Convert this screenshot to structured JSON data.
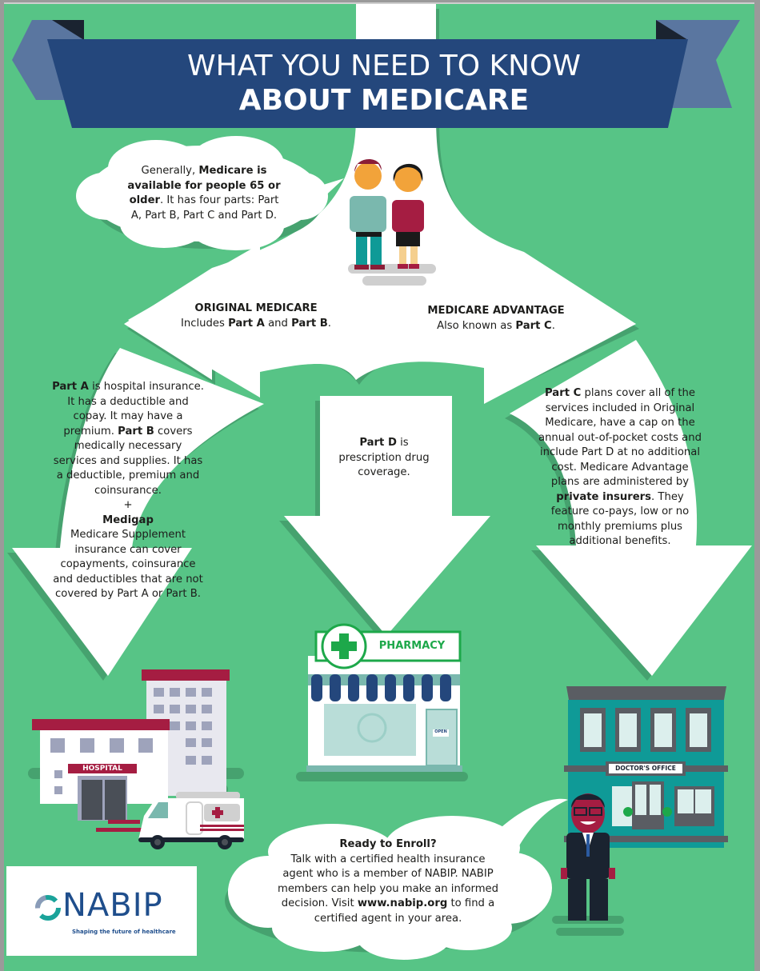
{
  "banner": {
    "line1": "WHAT YOU NEED TO KNOW",
    "line2": "ABOUT MEDICARE"
  },
  "intro_bubble": {
    "prefix": "Generally, ",
    "bold": "Medicare is available for people 65 or older",
    "suffix": ". It has four parts: Part A, Part B, Part C and Part D."
  },
  "original_medicare": {
    "title": "ORIGINAL MEDICARE",
    "sub_prefix": "Includes ",
    "sub_bold1": "Part A",
    "sub_mid": " and ",
    "sub_bold2": "Part B",
    "sub_suffix": "."
  },
  "medicare_advantage": {
    "title": "MEDICARE ADVANTAGE",
    "sub_prefix": "Also known as ",
    "sub_bold": "Part C",
    "sub_suffix": "."
  },
  "part_ab_arrow": {
    "a_bold": "Part A",
    "a_text": " is hospital insurance. It has a deductible and copay. It may have a premium.",
    "b_bold": "Part B",
    "b_text": " covers medically necessary services and supplies. It has a deductible, premium and coinsurance.",
    "plus": "+",
    "medigap_title": "Medigap",
    "medigap_text": "Medicare Supplement insurance can cover copayments, coinsurance and deductibles that are not covered by Part A or Part B."
  },
  "part_d_arrow": {
    "bold": "Part D",
    "text": " is prescription drug coverage."
  },
  "part_c_arrow": {
    "bold": "Part C",
    "text1": " plans cover all of the services included in Original Medicare, have a cap on the annual out-of-pocket costs and include Part D at no additional cost. Medicare Advantage plans are administered by ",
    "bold2": "private insurers",
    "text2": ". They feature co-pays, low or no monthly premiums plus additional benefits."
  },
  "buildings": {
    "hospital_sign": "HOSPITAL",
    "pharmacy_sign": "PHARMACY",
    "pharmacy_open_sign": "OPEN",
    "doctor_sign": "DOCTOR'S OFFICE"
  },
  "enroll_bubble": {
    "title": "Ready to Enroll?",
    "text1": "Talk with a certified health insurance agent who is a member of NABIP. NABIP members can help you make an informed decision. Visit ",
    "link": "www.nabip.org",
    "text2": " to find a certified agent in your area."
  },
  "logo": {
    "name": "NABIP",
    "tagline": "Shaping the future of healthcare"
  },
  "colors": {
    "background_green": "#57c486",
    "shadow_green": "#46a26f",
    "banner_blue": "#24477c",
    "banner_tail_blue": "#5a76a0",
    "accent_red": "#a51d42",
    "pharmacy_green": "#1da84a",
    "doctor_teal": "#0f9a97"
  }
}
